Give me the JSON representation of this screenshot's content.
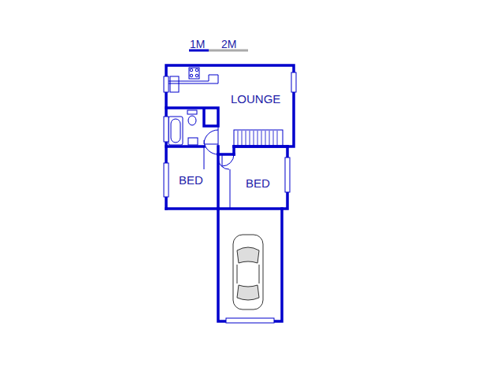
{
  "diagram": {
    "labels": [
      "1M",
      "2M",
      "LOUNGE",
      "BED",
      "BED"
    ]
  }
}
